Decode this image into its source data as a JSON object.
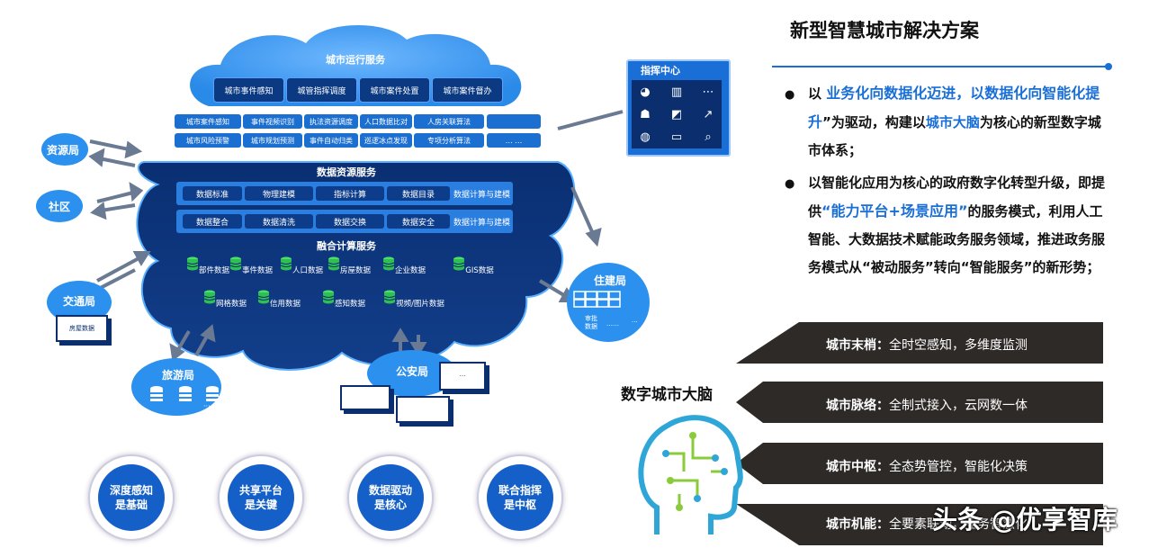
{
  "title": "新型智慧城市解决方案",
  "bullets": {
    "b1_pre": "以 ",
    "b1_hl": "业务化向数据化迈进，以数据化向智能化提升",
    "b1_mid": "”为驱动，构建以",
    "b1_hl2": "城市大脑",
    "b1_post": "为核心的新型数字城市体系；",
    "b2_pre": "以智能化应用为核心的政府数字化转型升级，即提供",
    "b2_hl": "“能力平台+场景应用”",
    "b2_post": "的服务模式，利用人工智能、大数据技术赋能政务服务领域，推进政务服务模式从“被动服务”转向“智能服务”的新形势；"
  },
  "brain_label": "数字城市大脑",
  "pillars": [
    {
      "key": "城市末梢：",
      "val": "全时空感知，多维度监测"
    },
    {
      "key": "城市脉络：",
      "val": "全制式接入，云网数一体"
    },
    {
      "key": "城市中枢：",
      "val": "全态势管控，智能化决策"
    },
    {
      "key": "城市机能：",
      "val": "全要素联动，业务智慧化"
    }
  ],
  "watermark": "头条 @优享智库",
  "top_cloud": {
    "title": "城市运行服务",
    "buttons": [
      "城市事件感知",
      "城管指挥调度",
      "城市案件处置",
      "城市案件督办"
    ]
  },
  "grid_row1": [
    "城市案件感知",
    "事件视频识别",
    "执法资源调度",
    "人口数据比对",
    "人房关联算法",
    ""
  ],
  "grid_row2": [
    "城市风险预警",
    "城市规划预测",
    "事件自动归类",
    "巡逻冰点发现",
    "专项分析算法",
    "… …"
  ],
  "data_resource": {
    "title": "数据资源服务",
    "row1": [
      "数据标准",
      "物理建模",
      "指标计算",
      "数据目录"
    ],
    "row1_tail": "数据计算与建模",
    "row2": [
      "数据整合",
      "数据清洗",
      "数据交换",
      "数据安全"
    ],
    "row2_tail": "数据计算与建模"
  },
  "fusion": {
    "title": "融合计算服务",
    "row1": [
      "部件数据",
      "事件数据",
      "人口数据",
      "房屋数据",
      "企业数据",
      "GIS数据"
    ],
    "row2": [
      "网格数据",
      "信用数据",
      "感知数据",
      "视频/图片数据"
    ]
  },
  "agencies": {
    "resource": "资源局",
    "community": "社区",
    "traffic": "交通局",
    "traffic_sub": "房屋数据",
    "tourism": "旅游局",
    "tourism_dots": "···",
    "police": "公安局",
    "police_dots": "···",
    "housing": "住建局",
    "housing_sub1": "审批\n数据",
    "housing_sub2": "……",
    "housing_sub3": "···",
    "command": "指挥中心"
  },
  "badges": [
    {
      "l1": "深度感知",
      "l2": "是基础"
    },
    {
      "l1": "共享平台",
      "l2": "是关键"
    },
    {
      "l1": "数据驱动",
      "l2": "是核心"
    },
    {
      "l1": "联合指挥",
      "l2": "是中枢"
    }
  ],
  "colors": {
    "primary": "#1a6fd6",
    "dark": "#0b2f6e",
    "pillar": "#2e2a28"
  }
}
